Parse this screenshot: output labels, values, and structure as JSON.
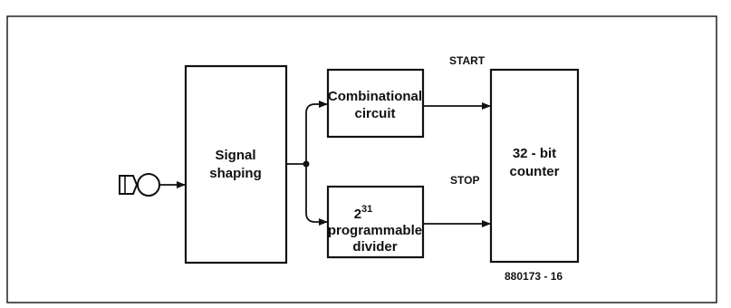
{
  "blocks": {
    "signal_shaping": {
      "line1": "Signal",
      "line2": "shaping"
    },
    "combinational": {
      "line1": "Combinational",
      "line2": "circuit"
    },
    "divider": {
      "base": "2",
      "exponent": "31",
      "line2": "programmable",
      "line3": "divider"
    },
    "counter": {
      "line1": "32 - bit",
      "line2": "counter"
    }
  },
  "ports": {
    "start": "START",
    "stop": "STOP"
  },
  "figure_ref": "880173 - 16",
  "colors": {
    "ink": "#111111",
    "background": "#ffffff"
  }
}
